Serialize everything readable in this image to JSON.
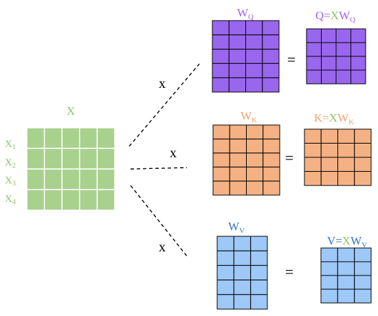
{
  "colors": {
    "x_fill": "#a9d18e",
    "x_grid": "#ffffff",
    "x_text": "#8fc46a",
    "q_fill": "#9966ee",
    "q_text": "#9966ee",
    "k_fill": "#f4b183",
    "k_text": "#f4a36b",
    "v_fill": "#9dc8f8",
    "v_text": "#2e75b6",
    "ink": "#000000"
  },
  "input": {
    "title": "X",
    "rows": [
      {
        "base": "X",
        "sub": "1"
      },
      {
        "base": "X",
        "sub": "2"
      },
      {
        "base": "X",
        "sub": "3"
      },
      {
        "base": "X",
        "sub": "4"
      }
    ],
    "grid": {
      "rows": 4,
      "cols": 5
    }
  },
  "branches": [
    {
      "key": "q",
      "mult": "x",
      "equals": "=",
      "weight": {
        "base": "W",
        "sub": "Q",
        "grid": {
          "rows": 5,
          "cols": 4
        }
      },
      "result": {
        "lhs": "Q",
        "eq": "=",
        "x": "X",
        "w": "W",
        "sub": "Q",
        "grid": {
          "rows": 4,
          "cols": 4
        }
      }
    },
    {
      "key": "k",
      "mult": "x",
      "equals": "=",
      "weight": {
        "base": "W",
        "sub": "K",
        "grid": {
          "rows": 5,
          "cols": 4
        }
      },
      "result": {
        "lhs": "K",
        "eq": "=",
        "x": "X",
        "w": "W",
        "sub": "K",
        "grid": {
          "rows": 4,
          "cols": 4
        }
      }
    },
    {
      "key": "v",
      "mult": "x",
      "equals": "=",
      "weight": {
        "base": "W",
        "sub": "V",
        "grid": {
          "rows": 5,
          "cols": 3
        }
      },
      "result": {
        "lhs": "V",
        "eq": "=",
        "x": "X",
        "w": "W",
        "sub": "V",
        "grid": {
          "rows": 4,
          "cols": 3
        }
      }
    }
  ]
}
